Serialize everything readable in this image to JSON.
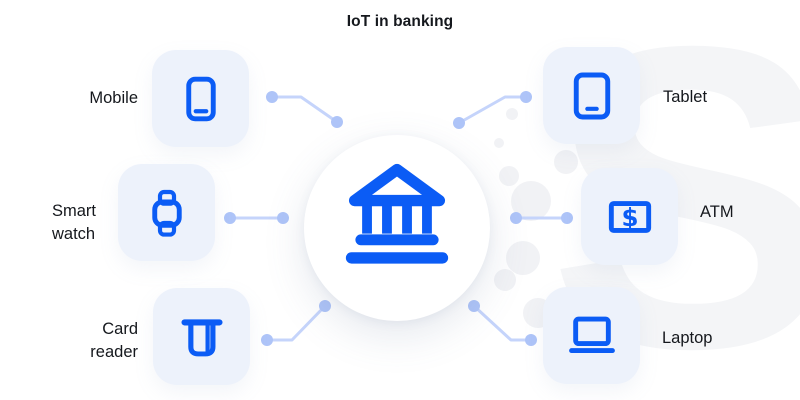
{
  "title": "IoT in banking",
  "diagram": {
    "center": {
      "name": "bank",
      "icon": "bank-icon"
    },
    "atm_symbol": "$",
    "devices": [
      {
        "id": "mobile",
        "label": "Mobile",
        "icon": "smartphone-icon",
        "side": "left"
      },
      {
        "id": "smart-watch",
        "label": "Smart watch",
        "icon": "smartwatch-icon",
        "side": "left"
      },
      {
        "id": "card-reader",
        "label": "Card reader",
        "icon": "card-reader-icon",
        "side": "left"
      },
      {
        "id": "tablet",
        "label": "Tablet",
        "icon": "tablet-icon",
        "side": "right"
      },
      {
        "id": "atm",
        "label": "ATM",
        "icon": "atm-icon",
        "side": "right"
      },
      {
        "id": "laptop",
        "label": "Laptop",
        "icon": "laptop-icon",
        "side": "right"
      }
    ]
  },
  "decor": {
    "background_glyph": "S"
  },
  "colors": {
    "accent_blue": "#0b5cf5",
    "card_background": "#edf2fb",
    "connector_line": "#c5d4fb",
    "connector_dot": "#aec4f8",
    "title_text": "#15181d",
    "background_decor": "#f3f4f6"
  }
}
